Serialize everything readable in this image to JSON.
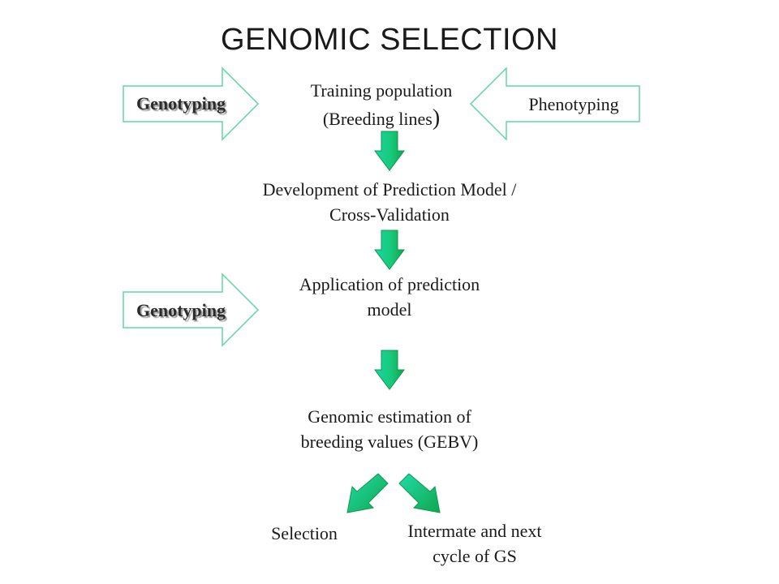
{
  "diagram": {
    "title": "GENOMIC SELECTION",
    "left_arrow_top": "Genotyping",
    "right_arrow_top": "Phenotyping",
    "left_arrow_middle": "Genotyping",
    "step1_line1": "Training population",
    "step1_line2": "(Breeding lines",
    "step1_paren": ")",
    "step2_line1": "Development of Prediction Model /",
    "step2_line2": "Cross-Validation",
    "step3_line1": "Application of prediction",
    "step3_line2": "model",
    "step4_line1": "Genomic estimation of",
    "step4_line2": "breeding values (GEBV)",
    "outcome_left": "Selection",
    "outcome_right_line1": "Intermate and next",
    "outcome_right_line2": "cycle of GS"
  },
  "colors": {
    "arrow_outline": "#5fd8a0",
    "flow_arrow_light": "#22e0a6",
    "flow_arrow_dark": "#0fae55"
  }
}
